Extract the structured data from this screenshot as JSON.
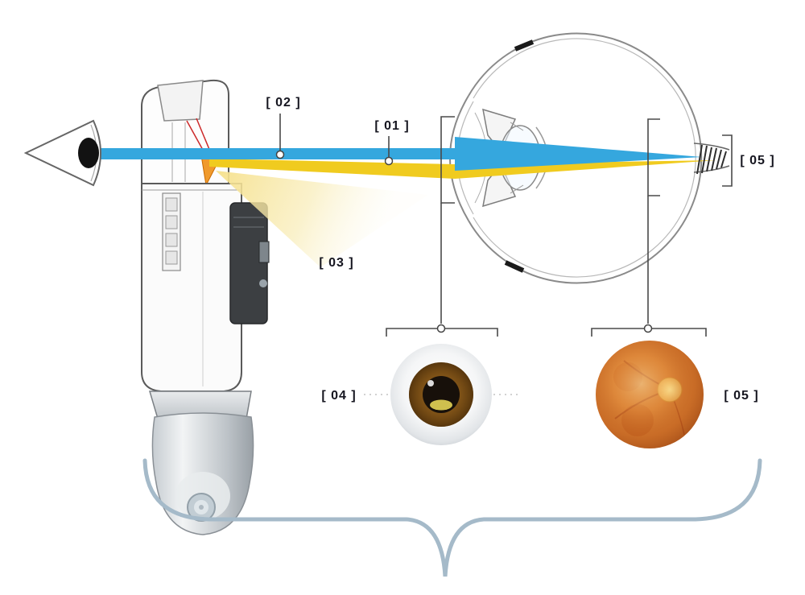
{
  "diagram": {
    "labels": {
      "l01": "[ 01 ]",
      "l02": "[ 02 ]",
      "l03": "[ 03 ]",
      "l04": "[ 04 ]",
      "l05_nerve": "[ 05 ]",
      "l05_fundus": "[ 05 ]"
    },
    "colors": {
      "beam_blue": "#35a7de",
      "beam_yellow": "#f0cb1f",
      "glow_yellow": "#f7e9a8",
      "lamp_orange": "#f09a2c",
      "diagram_line": "#4a4a4a",
      "eye_outline": "#8a8a8a",
      "label_text": "#15151f",
      "iris_brown": "#8a5a1a",
      "pupil_black": "#17100a",
      "fundus_orange": "#d2752c",
      "brace_blue_gray": "#a5bac9"
    }
  }
}
